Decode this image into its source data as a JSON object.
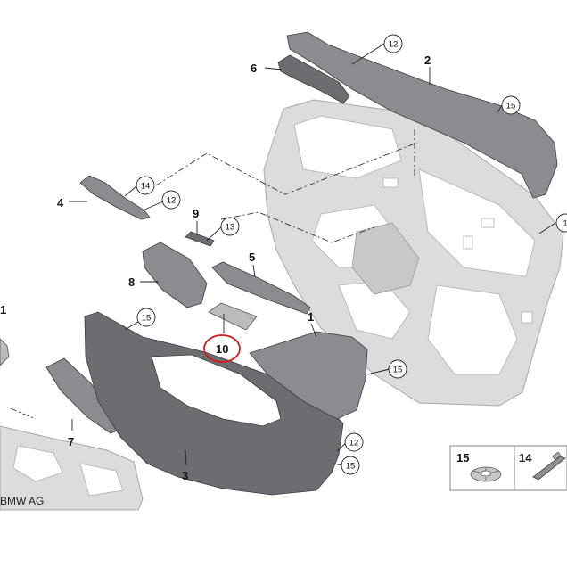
{
  "copyright": "BMW AG",
  "part_numbers": {
    "p1": "1",
    "p1_left": "1",
    "p2": "2",
    "p3": "3",
    "p4": "4",
    "p5": "5",
    "p6": "6",
    "p7": "7",
    "p8": "8",
    "p9": "9",
    "p10": "10"
  },
  "callouts": {
    "c12_top": "12",
    "c15_top": "15",
    "c14_arm": "14",
    "c12_arm": "12",
    "c13": "13",
    "c15_mid": "15",
    "c15_right": "15",
    "c12_bottom": "12",
    "c15_bottom": "15",
    "c1_edge": "1"
  },
  "legend": {
    "item_15": "15",
    "item_14": "14"
  },
  "highlight_color": "#d21a1a"
}
